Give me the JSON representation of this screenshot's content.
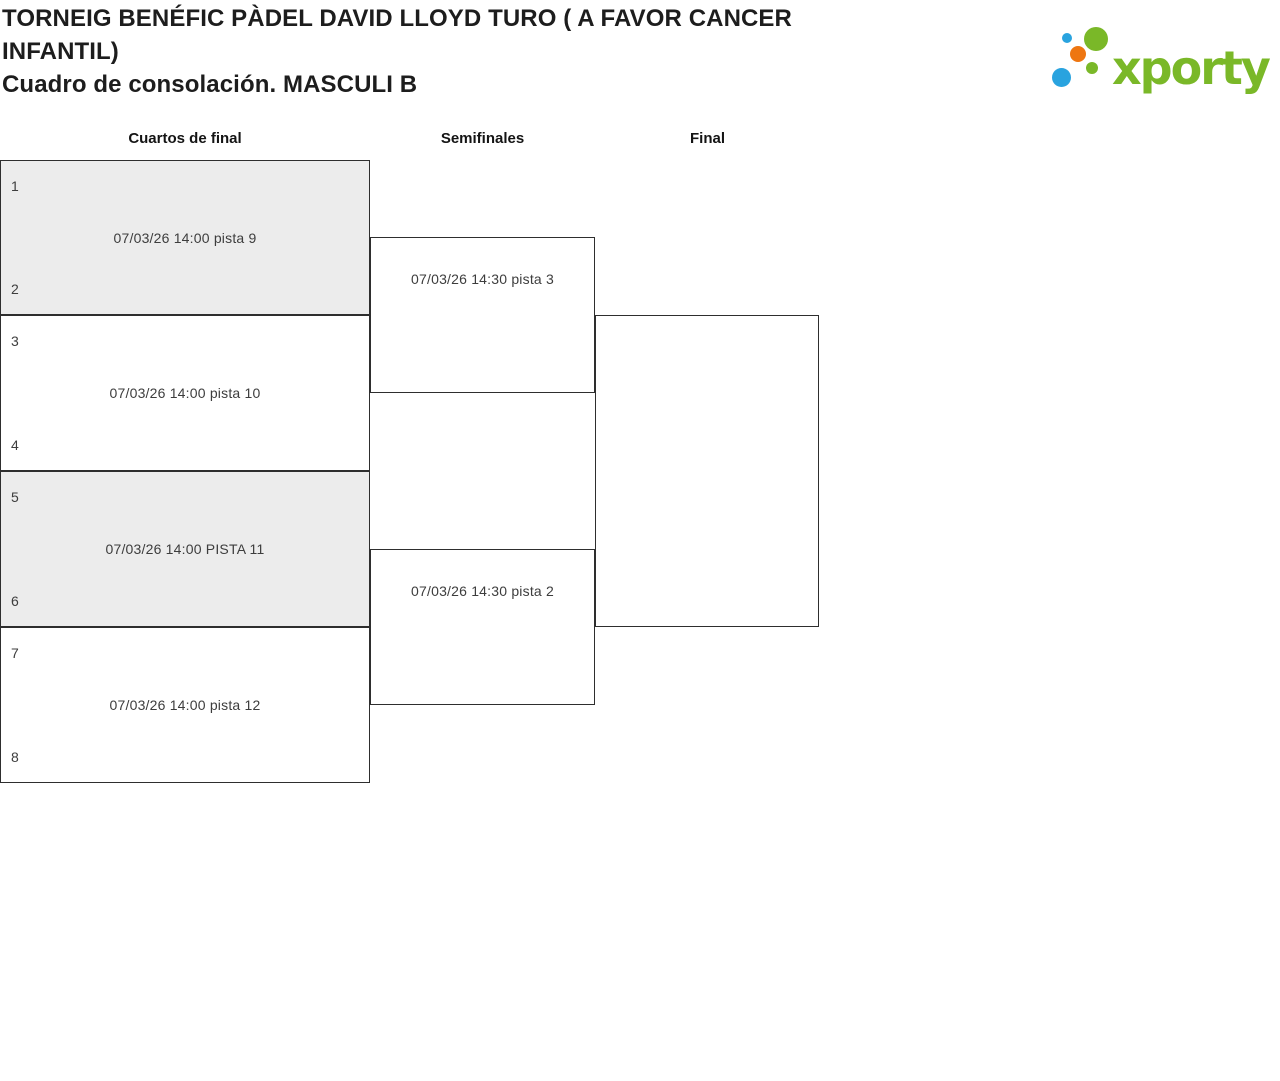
{
  "header": {
    "title": "TORNEIG BENÉFIC PÀDEL DAVID LLOYD TURO ( A FAVOR CANCER INFANTIL)",
    "subtitle": "Cuadro de consolación. MASCULI B"
  },
  "logo": {
    "text": "xporty",
    "colors": {
      "green": "#7ab828",
      "blue": "#29a3df",
      "orange": "#ee7611"
    }
  },
  "bracket": {
    "rounds": [
      {
        "label": "Cuartos de final",
        "matches": [
          {
            "seed_top": "1",
            "seed_bottom": "2",
            "schedule": "07/03/26 14:00 pista 9",
            "shaded": true
          },
          {
            "seed_top": "3",
            "seed_bottom": "4",
            "schedule": "07/03/26 14:00 pista 10",
            "shaded": false
          },
          {
            "seed_top": "5",
            "seed_bottom": "6",
            "schedule": "07/03/26 14:00 PISTA 11",
            "shaded": true
          },
          {
            "seed_top": "7",
            "seed_bottom": "8",
            "schedule": "07/03/26 14:00 pista 12",
            "shaded": false
          }
        ]
      },
      {
        "label": "Semifinales",
        "matches": [
          {
            "schedule": "07/03/26 14:30 pista 3"
          },
          {
            "schedule": "07/03/26 14:30 pista 2"
          }
        ]
      },
      {
        "label": "Final",
        "matches": [
          {
            "schedule": ""
          }
        ]
      }
    ]
  },
  "styles": {
    "shaded_bg": "#ececec",
    "border_color": "#2e2e2e"
  }
}
